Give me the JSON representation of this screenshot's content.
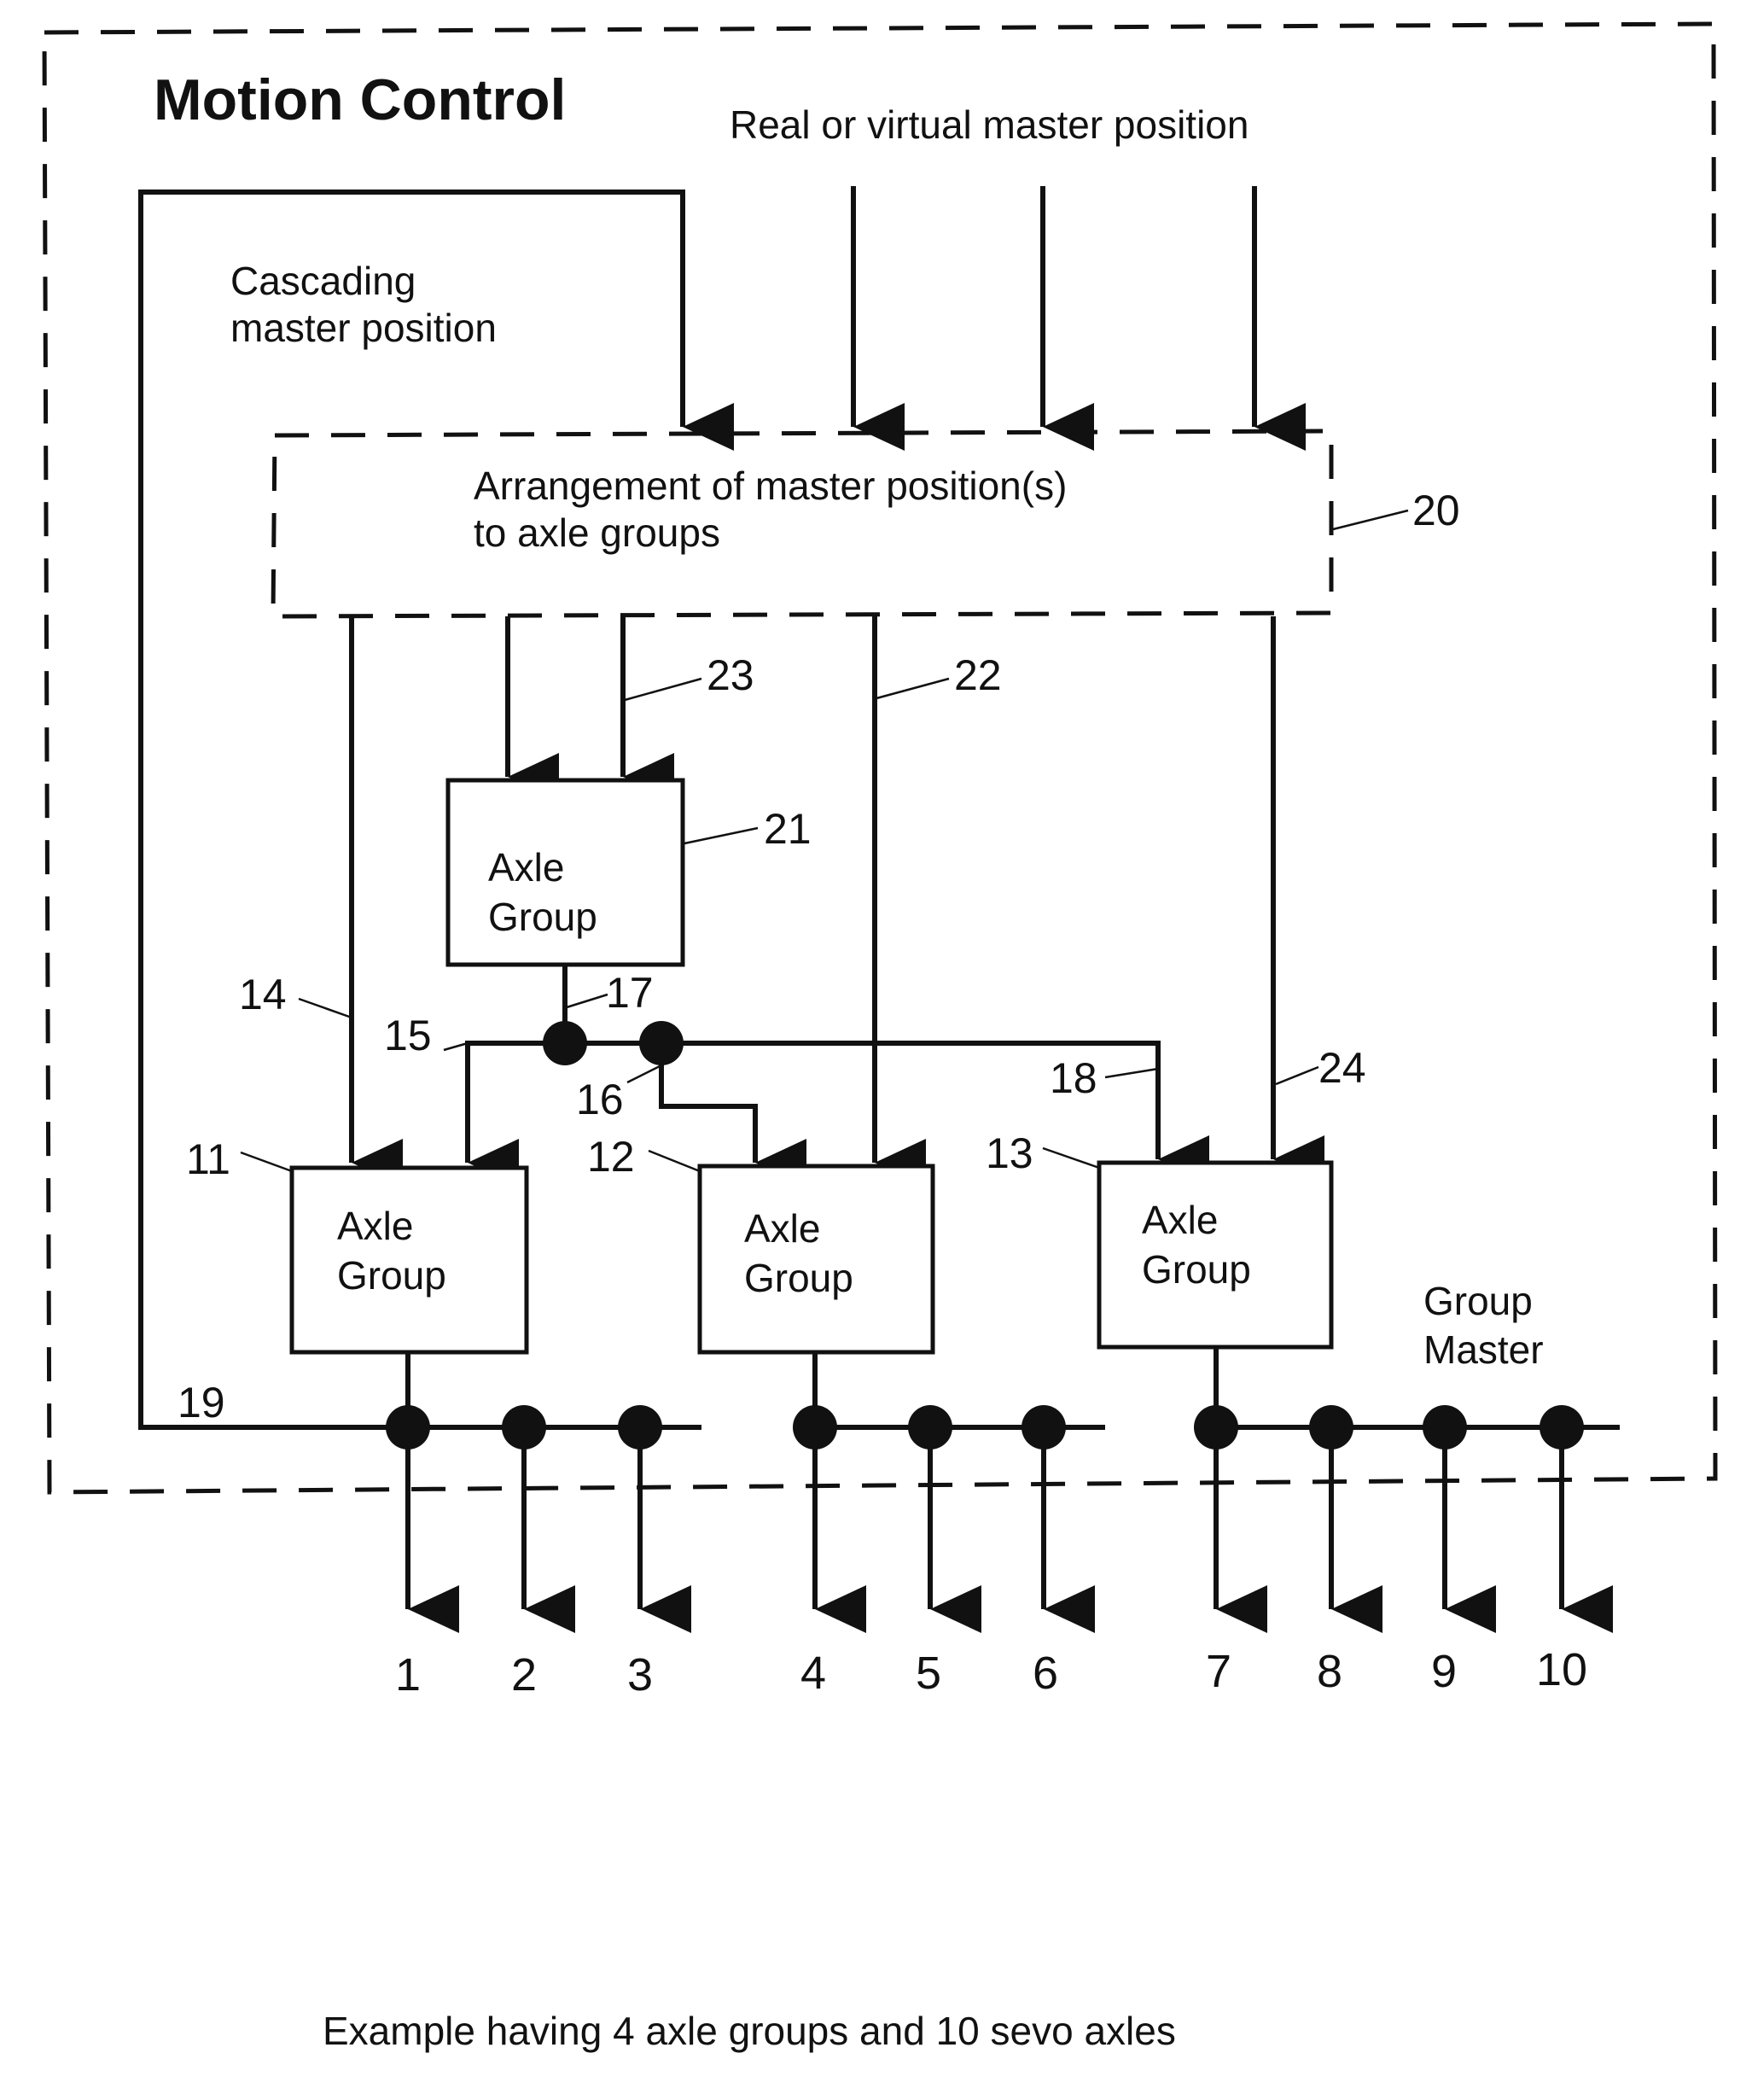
{
  "title": "Motion Control",
  "labels": {
    "real_master": "Real or virtual master position",
    "cascading_line1": "Cascading",
    "cascading_line2": "master position",
    "arrangement_line1": "Arrangement of master position(s)",
    "arrangement_line2": "to axle groups",
    "group_master_line1": "Group",
    "group_master_line2": "Master"
  },
  "axle_group": {
    "line1": "Axle",
    "line2": "Group"
  },
  "refs": {
    "r11": "11",
    "r12": "12",
    "r13": "13",
    "r14": "14",
    "r15": "15",
    "r16": "16",
    "r17": "17",
    "r18": "18",
    "r19": "19",
    "r20": "20",
    "r21": "21",
    "r22": "22",
    "r23": "23",
    "r24": "24"
  },
  "outputs": [
    "1",
    "2",
    "3",
    "4",
    "5",
    "6",
    "7",
    "8",
    "9",
    "10"
  ],
  "caption": "Example having 4 axle groups and 10 sevo axles"
}
